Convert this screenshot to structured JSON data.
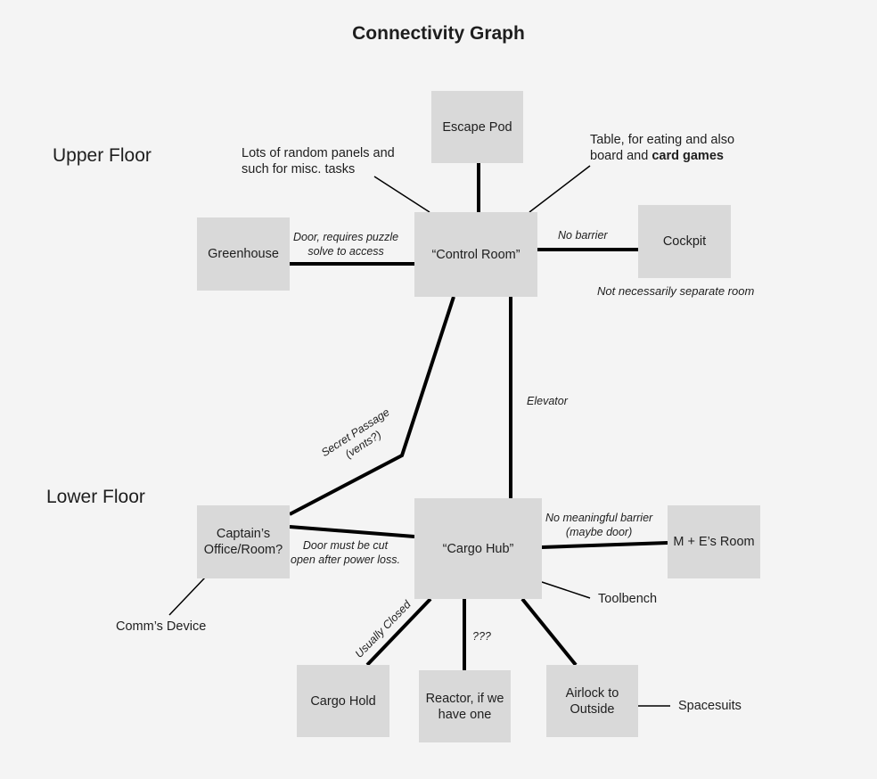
{
  "title": "Connectivity Graph",
  "floors": {
    "upper": "Upper Floor",
    "lower": "Lower Floor"
  },
  "nodes": {
    "escape_pod": "Escape Pod",
    "control_room": "“Control Room”",
    "greenhouse": "Greenhouse",
    "cockpit": "Cockpit",
    "captains_office_line1": "Captain’s",
    "captains_office_line2": "Office/Room?",
    "cargo_hub": "“Cargo Hub”",
    "me_room": "M + E’s Room",
    "cargo_hold": "Cargo Hold",
    "reactor_line1": "Reactor, if we",
    "reactor_line2": "have one",
    "airlock_line1": "Airlock to",
    "airlock_line2": "Outside"
  },
  "notes": {
    "panels_line1": "Lots of random panels and",
    "panels_line2": "such for misc. tasks",
    "table_line1": "Table, for eating and also",
    "table_line2_prefix": "board and ",
    "table_line2_bold": "card games",
    "cockpit_note": "Not necessarily separate room",
    "toolbench": "Toolbench",
    "comms_device": "Comm’s Device",
    "spacesuits": "Spacesuits"
  },
  "edge_labels": {
    "greenhouse_door_line1": "Door, requires puzzle",
    "greenhouse_door_line2": "solve to access",
    "no_barrier": "No barrier",
    "elevator": "Elevator",
    "secret_passage_line1": "Secret Passage",
    "secret_passage_line2": "(vents?)",
    "captain_door_line1": "Door must be cut",
    "captain_door_line2": "open after power loss.",
    "me_barrier_line1": "No meaningful barrier",
    "me_barrier_line2": "(maybe door)",
    "usually_closed": "Usually Closed",
    "unknown": "???"
  }
}
